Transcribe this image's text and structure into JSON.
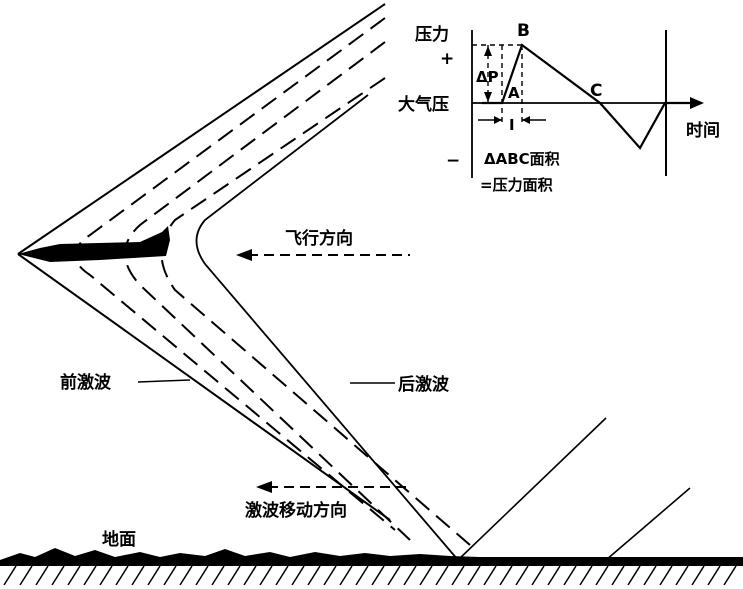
{
  "figure": {
    "pressure_chart": {
      "axis_y_label": "压力",
      "plus": "+",
      "minus": "−",
      "baseline_label": "大气压",
      "delta_p": "ΔP",
      "point_a": "A",
      "point_b": "B",
      "point_c": "C",
      "interval": "I",
      "axis_x_label": "时间",
      "area_line_1": "ΔABC面积",
      "area_line_2": "=压力面积"
    },
    "flight_direction": "飞行方向",
    "front_shock": "前激波",
    "rear_shock": "后激波",
    "shock_motion": "激波移动方向",
    "ground": "地面"
  }
}
